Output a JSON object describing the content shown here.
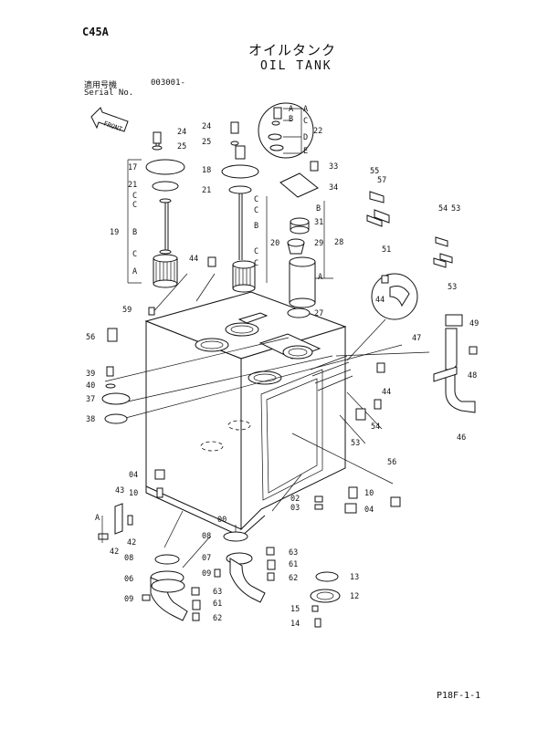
{
  "header": {
    "code": "C45A",
    "title_jp": "オイルタンク",
    "title_en": "OIL TANK",
    "serial_label_jp": "適用号機",
    "serial_value": "003001-",
    "serial_label_en": "Serial No."
  },
  "front_label": "FRONT",
  "page_ref": "P18F-1-1",
  "callouts": [
    "00",
    "02",
    "03",
    "04",
    "06",
    "07",
    "08",
    "09",
    "10",
    "12",
    "13",
    "14",
    "15",
    "17",
    "18",
    "19",
    "20",
    "21",
    "22",
    "24",
    "25",
    "27",
    "28",
    "29",
    "31",
    "33",
    "34",
    "37",
    "38",
    "39",
    "40",
    "42",
    "43",
    "44",
    "46",
    "47",
    "48",
    "49",
    "51",
    "53",
    "54",
    "55",
    "56",
    "57",
    "59",
    "61",
    "62",
    "63"
  ],
  "letter_labels": [
    "A",
    "B",
    "C",
    "D",
    "E"
  ]
}
